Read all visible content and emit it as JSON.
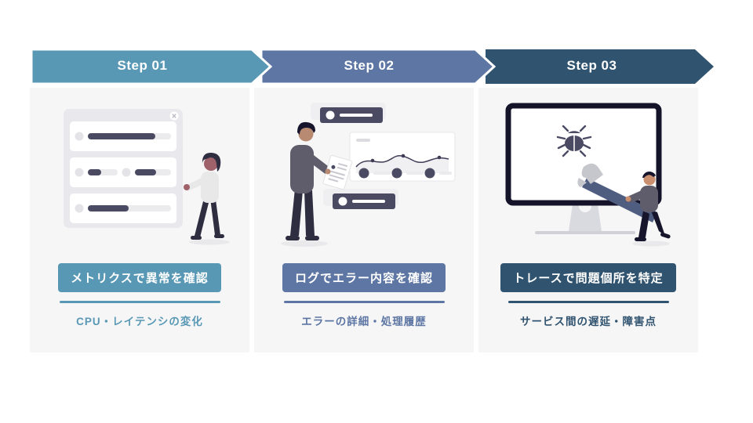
{
  "steps": [
    {
      "label": "Step 01",
      "badge": "メトリクスで異常を確認",
      "subtitle": "CPU・レイテンシの変化",
      "color": "#5898b5",
      "illustration": "dashboard-cards-with-walking-woman"
    },
    {
      "label": "Step 02",
      "badge": "ログでエラー内容を確認",
      "subtitle": "エラーの詳細・処理履歴",
      "color": "#5d76a3",
      "illustration": "man-reading-log-document-with-chart-card"
    },
    {
      "label": "Step 03",
      "badge": "トレースで問題個所を特定",
      "subtitle": "サービス間の遅延・障害点",
      "color": "#30536f",
      "illustration": "monitor-with-bug-and-person-with-hammer"
    }
  ],
  "icons": {
    "close_glyph": "×",
    "bug": "bug-icon"
  },
  "colors": {
    "step1": "#5898b5",
    "step2": "#5d76a3",
    "step3": "#30536f",
    "column_bg": "#f6f6f7",
    "illustration_dark": "#4a4a63",
    "figure_dark": "#2f2e41",
    "page_bg": "#ffffff"
  }
}
